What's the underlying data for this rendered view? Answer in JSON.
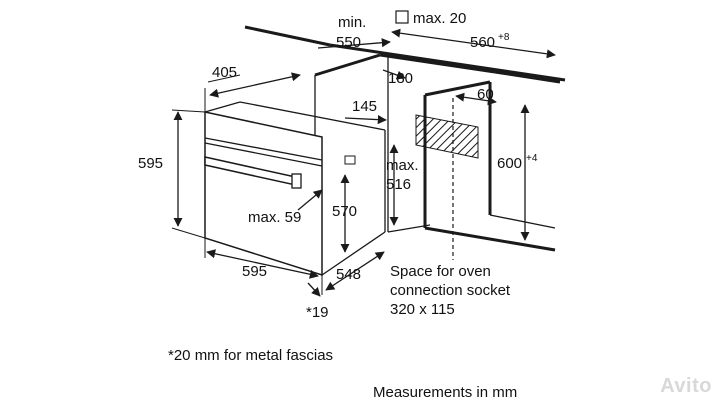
{
  "dimensions": {
    "min_label": "min.",
    "min_value": "550",
    "max20": "max. 20",
    "w560": "560",
    "w560_tol": "+8",
    "d405": "405",
    "d180": "180",
    "d145": "145",
    "d60": "60",
    "h595": "595",
    "max516_a": "max.",
    "max516_b": "516",
    "h600": "600",
    "h600_tol": "+4",
    "max59": "max. 59",
    "h570": "570",
    "w595": "595",
    "d548": "548",
    "star19": "*19"
  },
  "notes": {
    "socket_line1": "Space for oven",
    "socket_line2": "connection socket",
    "socket_line3": "320 x 115",
    "footnote": "*20 mm for metal fascias",
    "units": "Measurements in mm"
  },
  "watermark": "Avito"
}
